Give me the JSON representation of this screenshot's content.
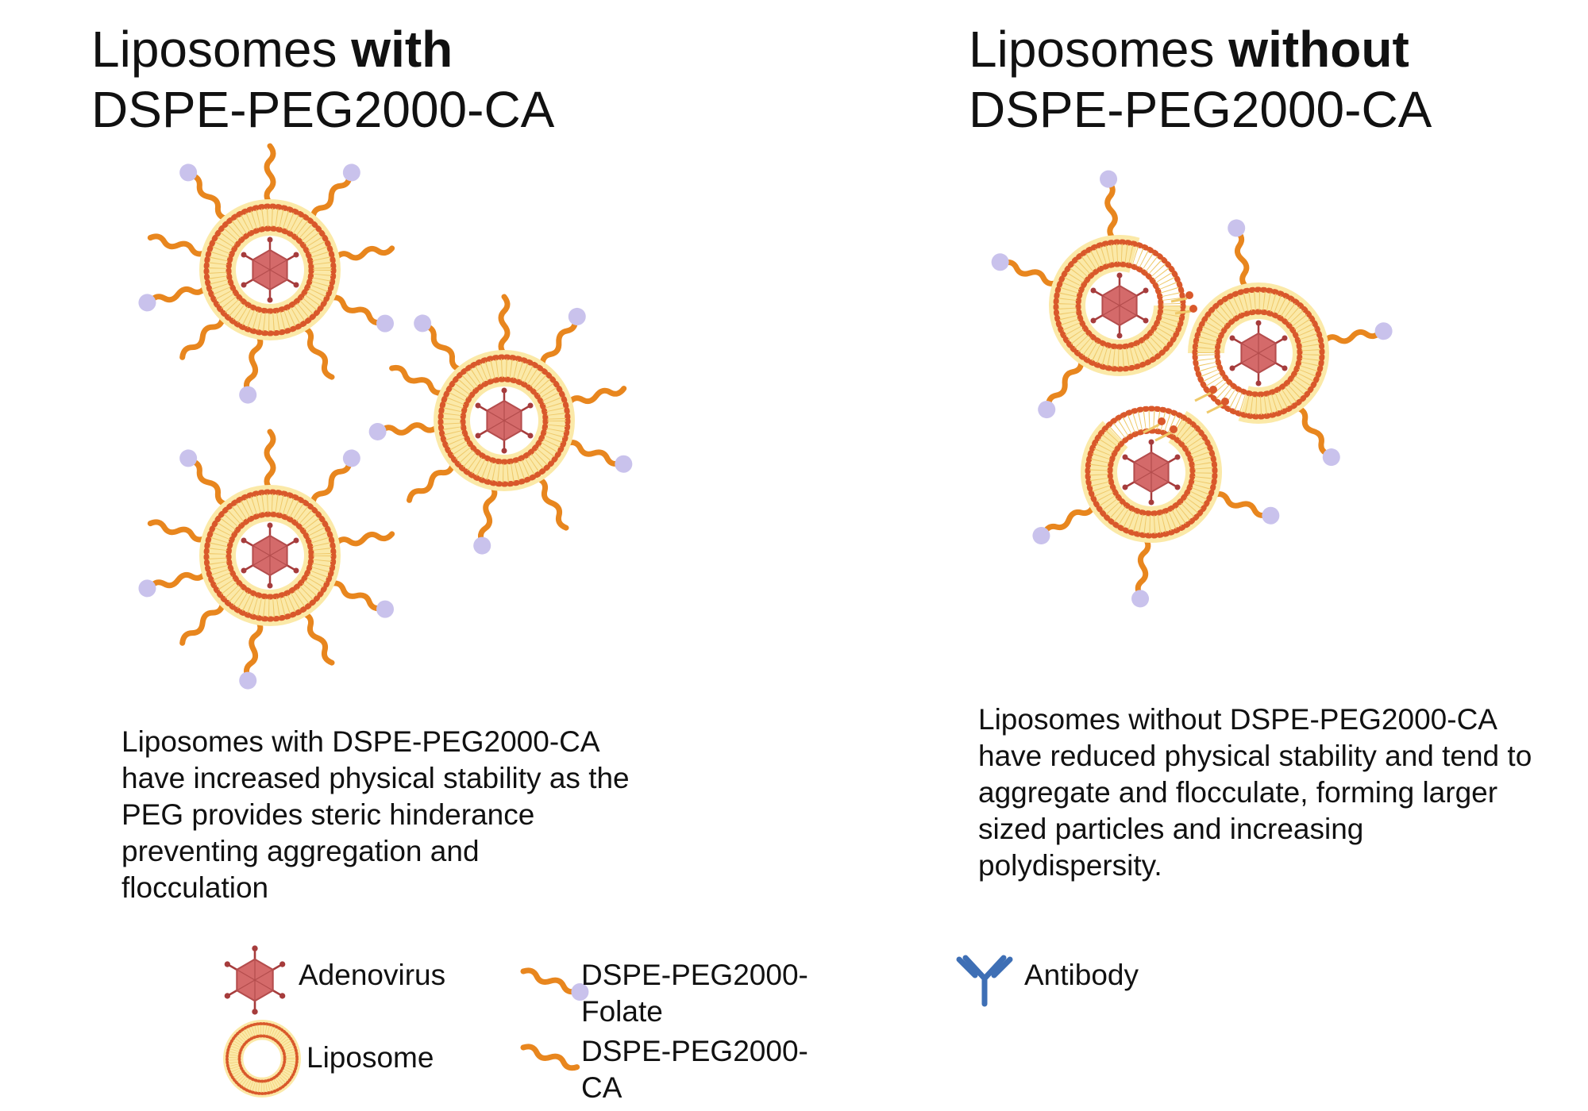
{
  "left_panel": {
    "title_prefix": "Liposomes",
    "title_emphasis": "with",
    "title_line2": "DSPE-PEG2000-CA",
    "description": "Liposomes with DSPE-PEG2000-CA have increased physical stability as the PEG provides steric hinderance preventing aggregation and flocculation"
  },
  "right_panel": {
    "title_prefix": "Liposomes",
    "title_emphasis": "without",
    "title_line2": "DSPE-PEG2000-CA",
    "description": "Liposomes without DSPE-PEG2000-CA have reduced physical stability and tend to aggregate and flocculate, forming larger sized particles and increasing polydispersity."
  },
  "legend": {
    "adenovirus": "Adenovirus",
    "liposome": "Liposome",
    "peg_folate": "DSPE-PEG2000-Folate",
    "peg_ca": "DSPE-PEG2000-CA",
    "antibody": "Antibody"
  },
  "colors": {
    "peg_orange": "#E8861E",
    "lipid_head": "#D9582B",
    "lipid_core": "#FBE9A8",
    "folate": "#C9C2EC",
    "virus": "#D46A6A",
    "virus_dark": "#A63C3C",
    "antibody": "#3E6FB5"
  }
}
